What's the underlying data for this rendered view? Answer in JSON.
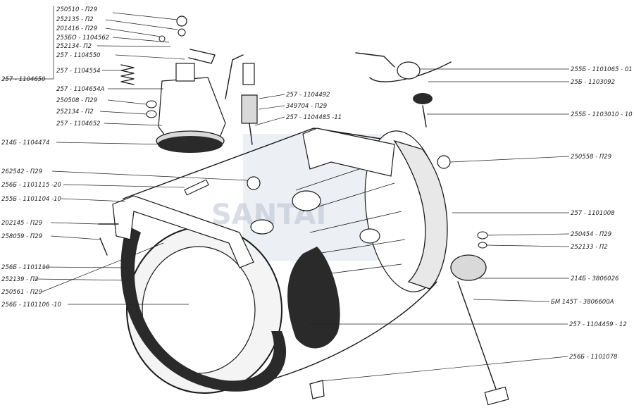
{
  "watermark": "SANTAI",
  "labels_left": [
    {
      "id": "l-250510",
      "text": "250510 - П29"
    },
    {
      "id": "l-252135",
      "text": "252135 - П2"
    },
    {
      "id": "l-201416",
      "text": "201416 - П29"
    },
    {
      "id": "l-2555e",
      "text": "255БО - 1104562"
    },
    {
      "id": "l-252134a",
      "text": "252134- П2"
    },
    {
      "id": "l-1104550",
      "text": "257 - 1104550"
    },
    {
      "id": "l-1104650",
      "text": "257 - 1104650"
    },
    {
      "id": "l-1104554",
      "text": "257 - 1104554"
    },
    {
      "id": "l-1104654a",
      "text": "257 - 1104654А"
    },
    {
      "id": "l-250508",
      "text": "250508 - П29"
    },
    {
      "id": "l-252134b",
      "text": "252134 - П2"
    },
    {
      "id": "l-1104652",
      "text": "257 - 1104652"
    },
    {
      "id": "l-1104474",
      "text": "214Б - 1104474"
    },
    {
      "id": "l-262542",
      "text": "262542 - П29"
    },
    {
      "id": "l-1101115",
      "text": "256Б - 1101115 -20"
    },
    {
      "id": "l-1101104",
      "text": "255Б - 1101104 -10"
    },
    {
      "id": "l-202145",
      "text": "202145 - П29"
    },
    {
      "id": "l-258059",
      "text": "258059 - П29"
    },
    {
      "id": "l-1101110",
      "text": "256Б - 1101110"
    },
    {
      "id": "l-252139",
      "text": "252139 - П2"
    },
    {
      "id": "l-250561",
      "text": "250561 - П29"
    },
    {
      "id": "l-1101106",
      "text": "256Б - 1101106 -10"
    }
  ],
  "labels_center": [
    {
      "id": "l-1104492",
      "text": "257 - 1104492"
    },
    {
      "id": "l-349704",
      "text": "349704 - П29"
    },
    {
      "id": "l-1104485",
      "text": "257 - 1104485 -11"
    }
  ],
  "labels_right": [
    {
      "id": "l-1101065",
      "text": "255Б - 1101065 - 01"
    },
    {
      "id": "l-1103092",
      "text": "25Б - 1103092"
    },
    {
      "id": "l-1103010",
      "text": "255Б - 1103010 - 10"
    },
    {
      "id": "l-250558",
      "text": "250558 - П29"
    },
    {
      "id": "l-1101008",
      "text": "257 - 1101008"
    },
    {
      "id": "l-250454",
      "text": "250454 - П29"
    },
    {
      "id": "l-252133",
      "text": "252133 - П2"
    },
    {
      "id": "l-3806026",
      "text": "214Б - 3806026"
    },
    {
      "id": "l-3806600a",
      "text": "БМ 145Т - 3806600А"
    },
    {
      "id": "l-1104459",
      "text": "257 - 1104459 - 12"
    },
    {
      "id": "l-1101078",
      "text": "256Б - 1101078"
    }
  ]
}
